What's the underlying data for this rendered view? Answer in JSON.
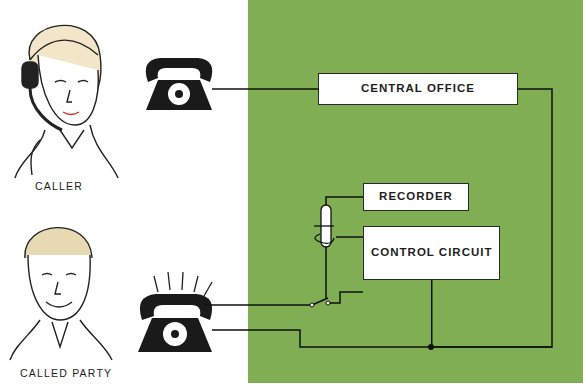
{
  "diagram": {
    "nodes": [
      {
        "text": [
          "CENTRAL OFFICE"
        ]
      },
      {
        "text": [
          "RECORDER"
        ]
      },
      {
        "text": [
          "CONTROL CIRCUIT"
        ]
      }
    ],
    "edges": [
      {
        "from": 0,
        "to": 2,
        "arrow": "none"
      }
    ],
    "labels": [
      "CALLER",
      "CALLED PARTY"
    ]
  }
}
